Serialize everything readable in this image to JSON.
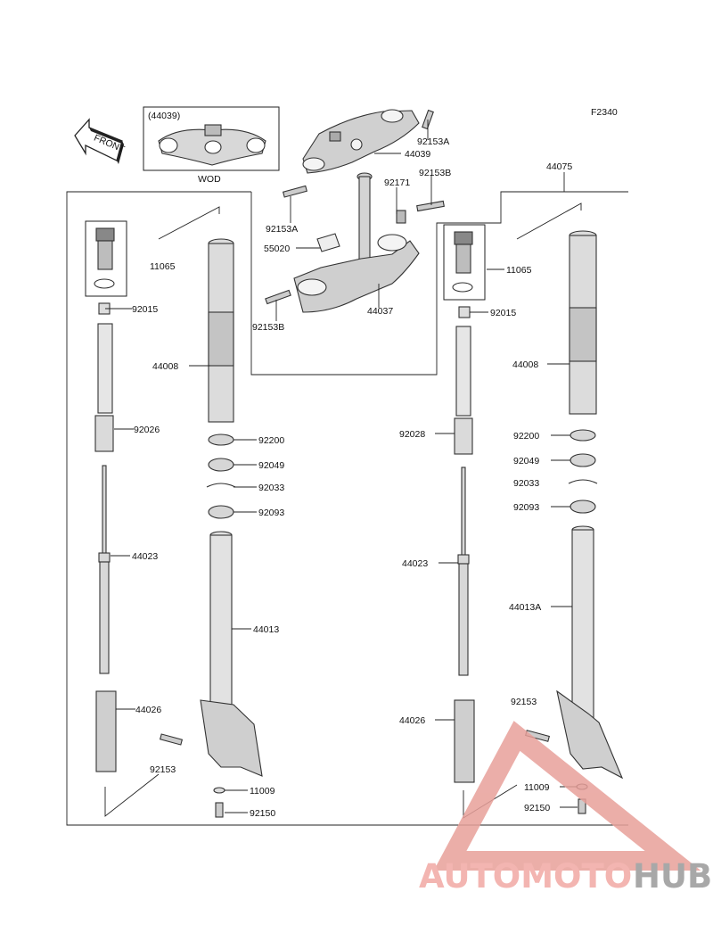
{
  "figure_code": "F2340",
  "front_label": "FRONT",
  "inset": {
    "part_ref": "(44039)",
    "caption": "WOD"
  },
  "labels": {
    "l_92153a_top": "92153A",
    "l_44039": "44039",
    "l_92153b_top": "92153B",
    "l_92171": "92171",
    "l_92153a_left": "92153A",
    "l_55020": "55020",
    "l_92153b_bottom": "92153B",
    "l_44037": "44037",
    "l_44075": "44075",
    "l_11065_left": "11065",
    "l_92015_left": "92015",
    "l_44008_left": "44008",
    "l_92026": "92026",
    "l_92200_left": "92200",
    "l_92049_left": "92049",
    "l_92033_left": "92033",
    "l_92093_left": "92093",
    "l_44023_left": "44023",
    "l_44013": "44013",
    "l_44026_left": "44026",
    "l_92153_left": "92153",
    "l_11009_left": "11009",
    "l_92150_left": "92150",
    "l_11065_right": "11065",
    "l_92015_right": "92015",
    "l_44008_right": "44008",
    "l_92028": "92028",
    "l_92200_right": "92200",
    "l_92049_right": "92049",
    "l_92033_right": "92033",
    "l_92093_right": "92093",
    "l_44023_right": "44023",
    "l_44013a": "44013A",
    "l_92153_right": "92153",
    "l_44026_right": "44026",
    "l_11009_right": "11009",
    "l_92150_right": "92150"
  },
  "watermark": {
    "part1": "AUTOMOTO",
    "part2": "HUB",
    "color1": "#f2a9a4",
    "color2": "#9a9a9a"
  }
}
